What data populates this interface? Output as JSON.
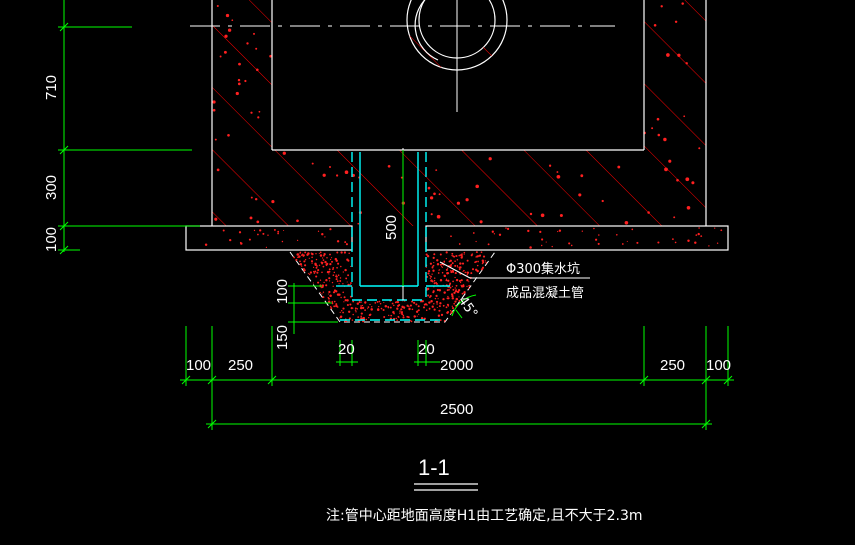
{
  "section_title": "1-1",
  "note": "注:管中心距地面高度H1由工艺确定,且不大于2.3m",
  "callout": {
    "line1": "Φ300集水坑",
    "line2": "成品混凝土管"
  },
  "angle_label": "45°",
  "dims": {
    "v710": "710",
    "v300": "300",
    "v100": "100",
    "v500": "500",
    "v100b": "100",
    "v150": "150",
    "h100a": "100",
    "h250a": "250",
    "h20a": "20",
    "h20b": "20",
    "h2000": "2000",
    "h250b": "250",
    "h100b": "100",
    "h2500": "2500"
  },
  "colors": {
    "background": "#000000",
    "outline": "#ffffff",
    "dimension": "#00ff00",
    "hatch": "#ff0000",
    "pipe": "#00ffff"
  }
}
